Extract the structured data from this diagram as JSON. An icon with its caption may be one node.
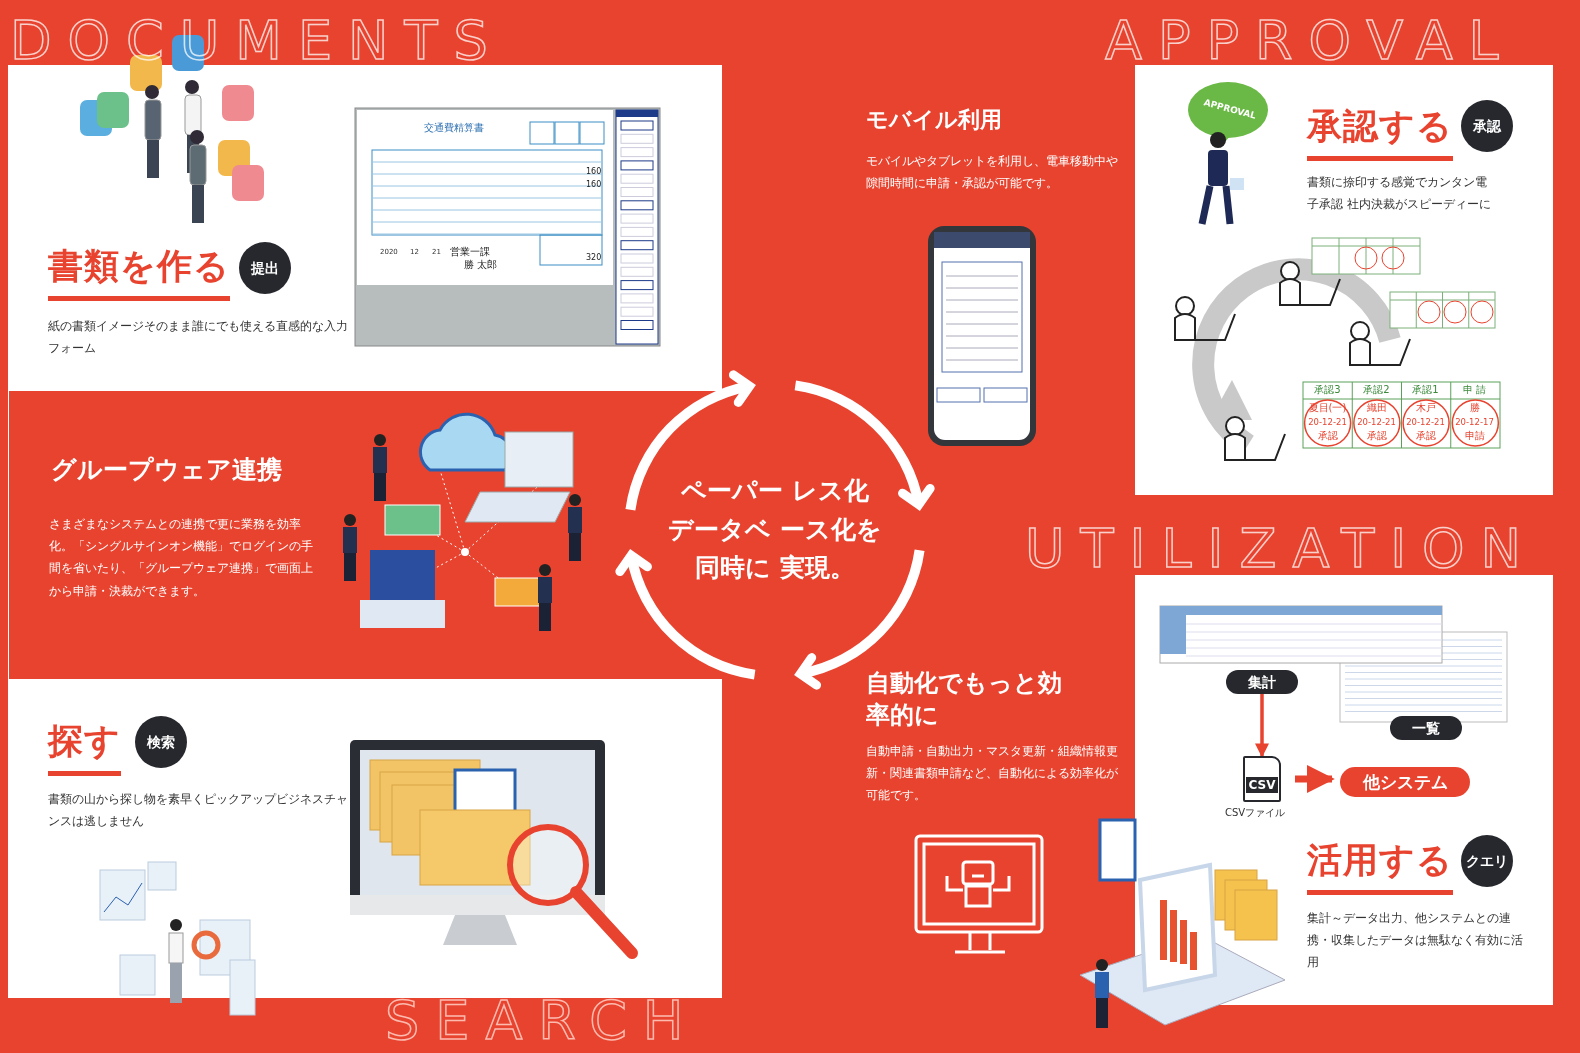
{
  "diagram": {
    "nodes": [
      {
        "text": [
          "書類を作る",
          "紙の書類イメージそのまま誰にでも使える直感的な入力フォーム"
        ]
      },
      {
        "text": [
          "提出"
        ],
        "in": 0
      },
      {
        "text": [
          "グループウェア連携",
          "さまざまなシステムとの連携で更に業務を効率化。「シングルサインオン機能」でログインの手間を省いたり、「グループウェア連携」で画面上から申請・決裁ができます。"
        ]
      },
      {
        "text": [
          "探す",
          "書類の山から探し物を素早くピックアップビジネスチャンスは逃しません"
        ]
      },
      {
        "text": [
          "検索"
        ],
        "in": 3
      },
      {
        "text": [
          "ペーパー レス化",
          "データベ ース化を",
          "同時に 実現。"
        ]
      },
      {
        "text": [
          "モバイル利用",
          "モバイルやタブレットを利用し、電車移動中や隙間時間に申請・承認が可能です。"
        ]
      },
      {
        "text": [
          "承認する",
          "書類に捺印する感覚でカンタン電子承認 社内決裁がスピーディーに"
        ]
      },
      {
        "text": [
          "承認"
        ],
        "in": 7
      },
      {
        "text": [
          "自動化でもっと効率的に",
          "自動申請・自動出力・マスタ更新・組織情報更新・関連書類申請など、自動化による効率化が可能です。"
        ]
      },
      {
        "text": [
          "活用する",
          "集計～データ出力、他システムとの連携・収集したデータは無駄なく有効に活用"
        ]
      },
      {
        "text": [
          "クエリ"
        ],
        "in": 10
      },
      {
        "text": [
          "集計"
        ],
        "in": 10
      },
      {
        "text": [
          "一覧"
        ],
        "in": 10
      },
      {
        "text": [
          "CSV"
        ],
        "beside": [
          "CSVファイル"
        ],
        "in": 10
      },
      {
        "text": [
          "他システム"
        ],
        "in": 10
      }
    ],
    "edges": [
      {
        "from": 12,
        "to": 14,
        "arrow": "to"
      },
      {
        "from": 14,
        "to": 15,
        "arrow": "to",
        "style": "thick"
      }
    ],
    "labels": [
      "DOCUMENTS",
      "APPROVAL",
      "UTILIZATION",
      "SEARCH",
      "交通費精算書",
      "160",
      "160",
      "2020",
      "12",
      "21",
      "営業一課",
      "勝 太郎",
      "320",
      "APPROVAL",
      "承認3",
      "承認2",
      "承認1",
      "申 請",
      "夏目(一)",
      "織田",
      "木戸",
      "勝",
      "20-12-21",
      "20-12-21",
      "20-12-21",
      "20-12-17",
      "承認",
      "承認",
      "承認",
      "申請"
    ]
  }
}
